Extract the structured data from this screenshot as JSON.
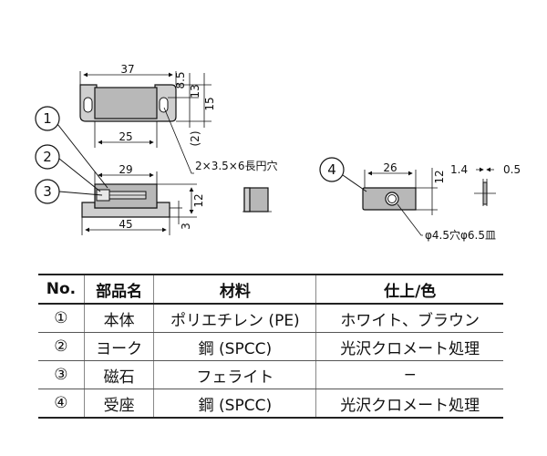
{
  "drawing": {
    "dims": {
      "d37": "37",
      "d25": "25",
      "d8_5": "8.5",
      "d13": "13",
      "d15": "15",
      "d2paren": "(2)",
      "slot": "2×3.5×6長円穴",
      "d29": "29",
      "d45": "45",
      "d12a": "12",
      "d3": "3",
      "d26": "26",
      "d12b": "12",
      "d1_4": "1.4",
      "d0_5": "0.5",
      "hole": "φ4.5穴φ6.5皿"
    },
    "callouts": [
      "1",
      "2",
      "3",
      "4"
    ]
  },
  "table": {
    "headers": [
      "No.",
      "部品名",
      "材料",
      "仕上/色"
    ],
    "rows": [
      {
        "no": "①",
        "name": "本体",
        "material": "ポリエチレン (PE)",
        "finish": "ホワイト、ブラウン"
      },
      {
        "no": "②",
        "name": "ヨーク",
        "material": "鋼 (SPCC)",
        "finish": "光沢クロメート処理"
      },
      {
        "no": "③",
        "name": "磁石",
        "material": "フェライト",
        "finish": "−"
      },
      {
        "no": "④",
        "name": "受座",
        "material": "鋼 (SPCC)",
        "finish": "光沢クロメート処理"
      }
    ]
  }
}
